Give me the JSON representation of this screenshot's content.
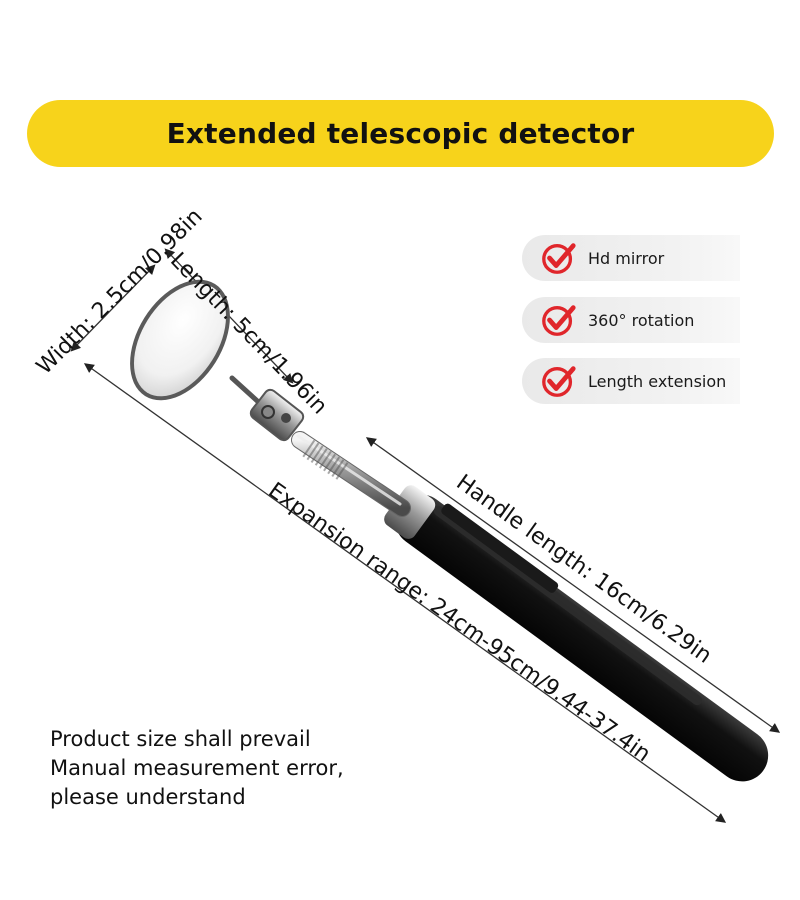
{
  "banner": {
    "title": "Extended telescopic detector",
    "color": "#f7d31b",
    "text_color": "#111111"
  },
  "features": [
    {
      "label": "Hd mirror",
      "icon": "check-circle-icon"
    },
    {
      "label": "360° rotation",
      "icon": "check-circle-icon"
    },
    {
      "label": "Length extension",
      "icon": "check-circle-icon"
    }
  ],
  "accent_color": "#e0262b",
  "dimensions": {
    "width": "Width: 2.5cm/0.98in",
    "length": "Length: 5cm/1.96in",
    "handle": "Handle length: 16cm/6.29in",
    "expansion": "Expansion range: 24cm-95cm/9.44-37.4in"
  },
  "note": [
    "Product size shall prevail",
    "Manual measurement error,",
    "please understand"
  ]
}
